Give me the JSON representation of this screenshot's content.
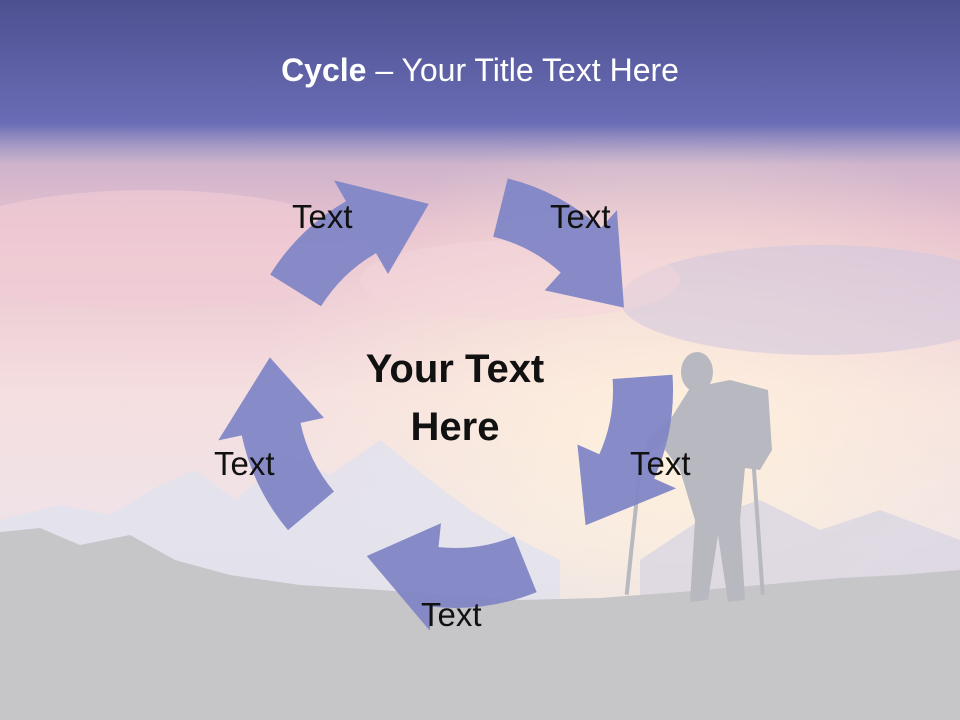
{
  "title": {
    "bold": "Cycle",
    "rest": " – Your Title Text Here"
  },
  "center_text": [
    "Your Text",
    "Here"
  ],
  "labels": [
    "Text",
    "Text",
    "Text",
    "Text",
    "Text"
  ],
  "colors": {
    "arrow": "#8186c6",
    "header": "#5e62a8",
    "ground": "#c6c6c9",
    "hiker": "#b8b8c0"
  }
}
